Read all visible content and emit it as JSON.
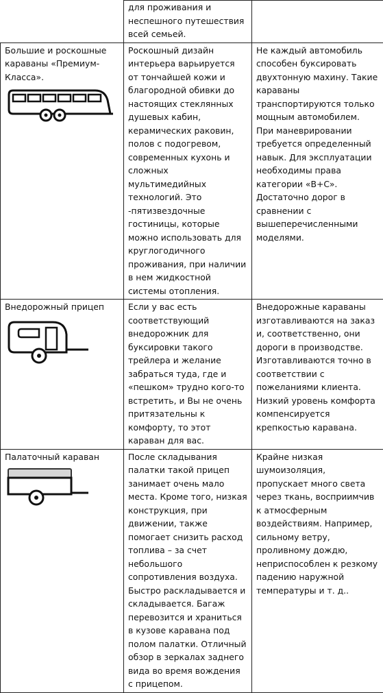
{
  "rows": [
    {
      "type": "",
      "pros": "для проживания и\nнеспешного путешествия\nвсей семьей.",
      "cons": ""
    },
    {
      "type": "Большие и роскошные караваны «Премиум-Класса».",
      "icon": "large-caravan-icon",
      "pros": "Роскошный дизайн интерьера варьируется от тончайшей кожи и благородной обивки до настоящих стеклянных душевых кабин, керамических раковин, полов с подогревом, современных кухонь и сложных мультимедийных технологий. Это -пятизвездочные гостиницы, которые можно использовать для круглогодичного проживания, при наличии в нем жидкостной системы отопления.",
      "cons": "Не каждый автомобиль способен буксировать двухтонную махину. Такие караваны транспортируются только мощным автомобилем. При маневрировании требуется определенный навык. Для эксплуатации необходимы права категории «B+C». Достаточно дорог в сравнении с вышеперечисленными моделями."
    },
    {
      "type": "Внедорожный прицеп",
      "icon": "offroad-trailer-icon",
      "pros": "Если у вас есть соответствующий внедорожник для буксировки такого трейлера и желание забраться туда, где и «пешком» трудно кого-то встретить, и Вы не очень притязательны к комфорту, то этот караван для вас.",
      "cons": "Внедорожные караваны изготавливаются на заказ и, соответственно, они дороги в производстве. Изготавливаются точно в соответствии с пожеланиями клиента. Низкий уровень комфорта компенсируется крепкостью каравана."
    },
    {
      "type": "Палаточный караван",
      "icon": "tent-trailer-icon",
      "pros": "После складывания палатки такой прицеп занимает очень мало места. Кроме того, низкая конструкция, при движении, также помогает снизить расход топлива – за счет небольшого сопротивления воздуха. Быстро раскладывается и складывается. Багаж перевозится и храниться в кузове каравана под полом палатки. Отличный обзор в зеркалах заднего вида во время вождения с прицепом.",
      "cons": "Крайне низкая шумоизоляция, пропускает много света через ткань, восприимчив к атмосферным воздействиям. Например, сильному ветру, проливному дождю, неприспособлен к резкому падению наружной температуры и т. д.."
    }
  ]
}
